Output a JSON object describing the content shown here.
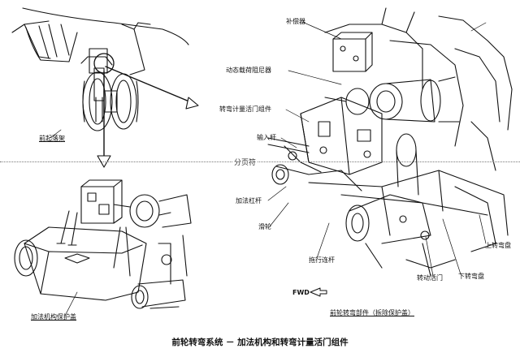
{
  "labels": {
    "compensator": "补偿器",
    "damper": "动态载荷阻尼器",
    "metering_valve": "转弯计量活门组件",
    "input_rod": "输入杆",
    "summing_lever": "加法杠杆",
    "cam": "滑轮",
    "tow_link": "拖行连杆",
    "actuator_valve": "转动活门",
    "lower_disc": "下转弯盘",
    "upper_disc": "上转弯盘",
    "fwd": "FWD",
    "nose_gear": "前起落架",
    "summing_guard": "加法机构保护盖",
    "assembly_note": "前轮转弯部件（拆除保护盖）"
  },
  "page_break": "分页符",
  "caption": "前轮转弯系统 － 加法机构和转弯计量活门组件"
}
